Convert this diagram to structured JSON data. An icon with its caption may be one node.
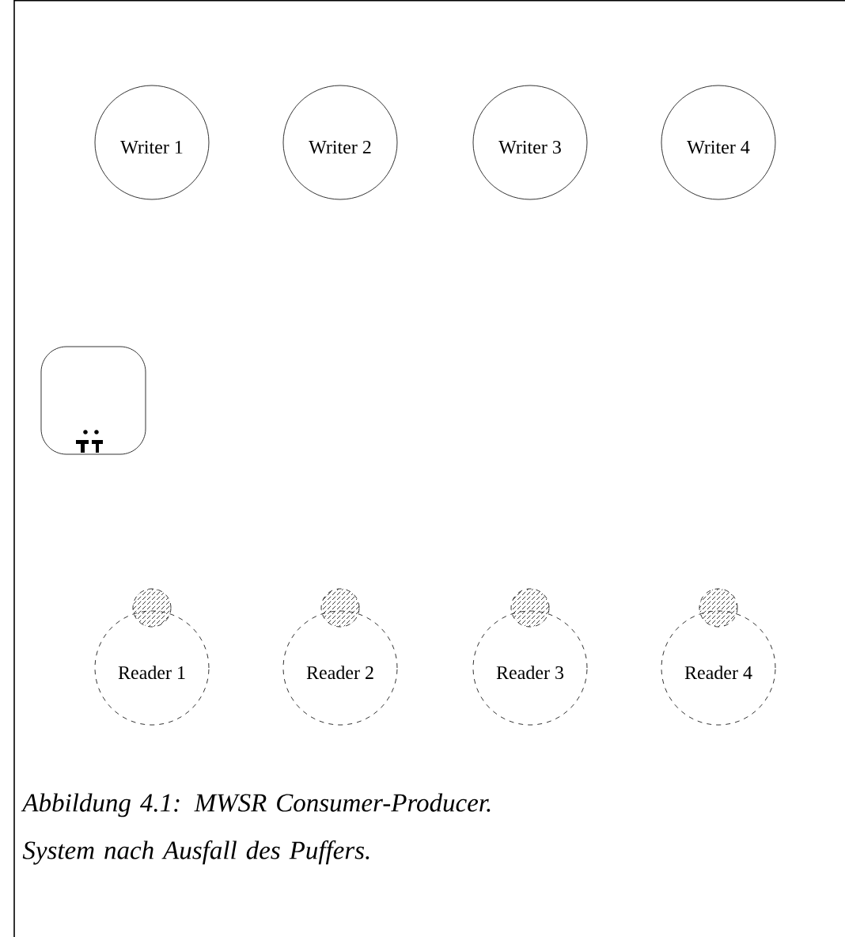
{
  "diagram": {
    "caption": "Abbildung 4.1: MWSR Consumer-Producer. System nach Ausfall des Puffers.",
    "nodes": [
      {
        "text": [
          "Writer 1"
        ]
      },
      {
        "text": [
          "Writer 2"
        ]
      },
      {
        "text": [
          "Writer 3"
        ]
      },
      {
        "text": [
          "Writer 4"
        ]
      },
      {
        "text": [],
        "shape": "box"
      },
      {
        "text": [],
        "shape": "circle"
      },
      {
        "text": [],
        "shape": "circle"
      },
      {
        "text": [],
        "shape": "circle"
      },
      {
        "text": [],
        "shape": "circle"
      },
      {
        "text": [
          "Reader 1"
        ]
      },
      {
        "text": [
          "Reader 2"
        ]
      },
      {
        "text": [
          "Reader 3"
        ]
      },
      {
        "text": [
          "Reader 4"
        ]
      }
    ],
    "edges": []
  }
}
